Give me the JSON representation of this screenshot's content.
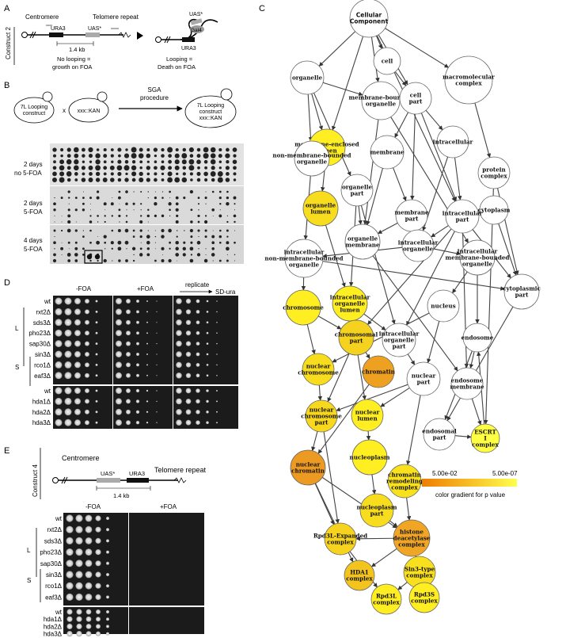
{
  "panels": {
    "A": {
      "letter": "A",
      "construct": "Construct 2",
      "centromere": "Centromere",
      "telomere": "Telomere repeat",
      "ura3": "URA3",
      "uas": "UAS*",
      "distance": "1.4 kb",
      "no_loop": "No looping =",
      "no_loop2": "growth on FOA",
      "gal4": "Gal4",
      "loop": "Looping =",
      "loop2": "Death on FOA"
    },
    "B": {
      "letter": "B",
      "left_cell": "7L Looping\nconstruct",
      "times": "x",
      "mid_cell": "xxx::KAN",
      "procedure": "SGA\nprocedure",
      "right_cell": "7L Looping\nconstruct\nxxx::KAN",
      "rows": [
        {
          "days": "2 days",
          "medium": "no 5-FOA"
        },
        {
          "days": "2 days",
          "medium": "5-FOA"
        },
        {
          "days": "4 days",
          "medium": "5-FOA"
        }
      ]
    },
    "D": {
      "letter": "D",
      "headers": [
        "-FOA",
        "+FOA",
        "SD-ura"
      ],
      "replicate": "replicate",
      "group_top": [
        "wt",
        "rxt2Δ",
        "sds3Δ",
        "pho23Δ",
        "sap30Δ",
        "sin3Δ",
        "rco1Δ",
        "eaf3Δ"
      ],
      "group_bottom": [
        "wt",
        "hda1Δ",
        "hda2Δ",
        "hda3Δ"
      ],
      "L": "L",
      "S": "S"
    },
    "E": {
      "letter": "E",
      "construct": "Construct 4",
      "centromere": "Centromere",
      "telomere": "Telomere repeat",
      "uas": "UAS*",
      "ura3": "URA3",
      "distance": "1.4 kb",
      "headers": [
        "-FOA",
        "+FOA"
      ],
      "group_top": [
        "wt",
        "rxt2Δ",
        "sds3Δ",
        "pho23Δ",
        "sap30Δ",
        "sin3Δ",
        "rco1Δ",
        "eaf3Δ"
      ],
      "group_bottom": [
        "wt",
        "hda1Δ",
        "hda2Δ",
        "hda3Δ"
      ],
      "L": "L",
      "S": "S"
    },
    "C": {
      "letter": "C",
      "legend": {
        "left": "5.00e-02",
        "right": "5.00e-07",
        "caption": "color gradient for p value",
        "color_high": "#ee7d00",
        "color_low": "#ffff4d"
      },
      "nodes": [
        {
          "id": "cc",
          "label": "Cellular\nComponent",
          "fill": "#ffffff"
        },
        {
          "id": "cell",
          "label": "cell",
          "fill": "#ffffff"
        },
        {
          "id": "organelle",
          "label": "organelle",
          "fill": "#ffffff"
        },
        {
          "id": "mbo",
          "label": "membrane-bounded\norganelle",
          "fill": "#ffffff"
        },
        {
          "id": "cellpart",
          "label": "cell\npart",
          "fill": "#ffffff"
        },
        {
          "id": "macro",
          "label": "macromolecular\ncomplex",
          "fill": "#ffffff"
        },
        {
          "id": "mel",
          "label": "membrane-enclosed\nlumen",
          "fill": "#ffee22"
        },
        {
          "id": "nmbo",
          "label": "non-membrane-bounded\norganelle",
          "fill": "#ffffff"
        },
        {
          "id": "membrane",
          "label": "membrane",
          "fill": "#ffffff"
        },
        {
          "id": "intracellular",
          "label": "intracellular",
          "fill": "#ffffff"
        },
        {
          "id": "protcomplex",
          "label": "protein\ncomplex",
          "fill": "#ffffff"
        },
        {
          "id": "orglumen",
          "label": "organelle\nlumen",
          "fill": "#f7dd1e"
        },
        {
          "id": "orgpart",
          "label": "organelle\npart",
          "fill": "#ffffff"
        },
        {
          "id": "cytoplasm",
          "label": "cytoplasm",
          "fill": "#ffffff"
        },
        {
          "id": "mempart",
          "label": "membrane\npart",
          "fill": "#ffffff"
        },
        {
          "id": "icpart",
          "label": "intracellular\npart",
          "fill": "#ffffff"
        },
        {
          "id": "orgmem",
          "label": "organelle\nmembrane",
          "fill": "#ffffff"
        },
        {
          "id": "icnmbo",
          "label": "intracellular\nnon-membrane-bounded\norganelle",
          "fill": "#ffffff"
        },
        {
          "id": "icorg",
          "label": "intracellular\norganelle",
          "fill": "#ffffff"
        },
        {
          "id": "icmbo",
          "label": "intracellular\nmembrane-bounded\norganelle",
          "fill": "#ffffff"
        },
        {
          "id": "cytopart",
          "label": "cytoplasmic\npart",
          "fill": "#ffffff"
        },
        {
          "id": "chromosome",
          "label": "chromosome",
          "fill": "#ffee22"
        },
        {
          "id": "icol",
          "label": "intracellular\norganelle\nlumen",
          "fill": "#ffee22"
        },
        {
          "id": "nucleus",
          "label": "nucleus",
          "fill": "#ffffff"
        },
        {
          "id": "chrpart",
          "label": "chromosomal\npart",
          "fill": "#f5d21e"
        },
        {
          "id": "icop",
          "label": "intracellular\norganelle\npart",
          "fill": "#ffffff"
        },
        {
          "id": "endosome",
          "label": "endosome",
          "fill": "#ffffff"
        },
        {
          "id": "nucchr",
          "label": "nuclear\nchromosome",
          "fill": "#f8dc1e"
        },
        {
          "id": "chromatin",
          "label": "chromatin",
          "fill": "#eea020"
        },
        {
          "id": "nucpart",
          "label": "nuclear\npart",
          "fill": "#ffffff"
        },
        {
          "id": "endomem",
          "label": "endosome\nmembrane",
          "fill": "#ffffff"
        },
        {
          "id": "nucchrpart",
          "label": "nuclear\nchromosome\npart",
          "fill": "#f7d81e"
        },
        {
          "id": "nuclumen",
          "label": "nuclear\nlumen",
          "fill": "#ffee22"
        },
        {
          "id": "endopart",
          "label": "endosomal\npart",
          "fill": "#ffffff"
        },
        {
          "id": "escrt",
          "label": "ESCRT\nI\ncomplex",
          "fill": "#ffff44"
        },
        {
          "id": "nucchromatin",
          "label": "nuclear\nchromatin",
          "fill": "#ec9a22"
        },
        {
          "id": "nucleoplasm",
          "label": "nucleoplasm",
          "fill": "#ffee22"
        },
        {
          "id": "crc",
          "label": "chromatin\nremodeling\ncomplex",
          "fill": "#f9e11e"
        },
        {
          "id": "npp",
          "label": "nucleoplasm\npart",
          "fill": "#f8dd1e"
        },
        {
          "id": "hdc",
          "label": "histone\ndeacetylase\ncomplex",
          "fill": "#f0a624"
        },
        {
          "id": "rpd3l",
          "label": "Rpd3L-Expanded\ncomplex",
          "fill": "#f6d31e"
        },
        {
          "id": "sin3",
          "label": "Sin3-type\ncomplex",
          "fill": "#f9e01e"
        },
        {
          "id": "hda1",
          "label": "HDA1\ncomplex",
          "fill": "#f4c41e"
        },
        {
          "id": "rpd3lc",
          "label": "Rpd3L\ncomplex",
          "fill": "#ffee22"
        },
        {
          "id": "rpd3s",
          "label": "Rpd3S\ncomplex",
          "fill": "#ffee22"
        }
      ]
    }
  }
}
